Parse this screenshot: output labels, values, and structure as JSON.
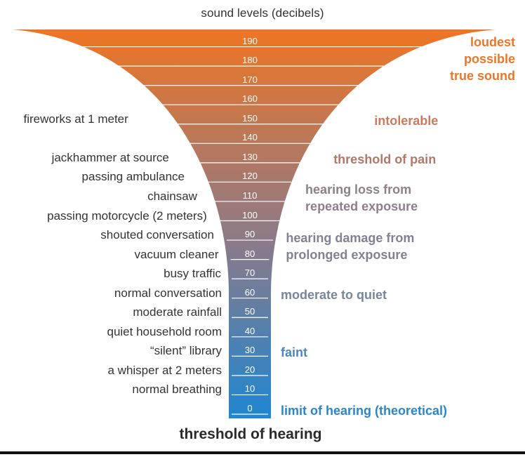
{
  "title": "sound levels (decibels)",
  "bottom_title": "threshold of hearing",
  "levels": [
    190,
    180,
    170,
    160,
    150,
    140,
    130,
    120,
    110,
    100,
    90,
    80,
    70,
    60,
    50,
    40,
    30,
    20,
    10,
    0
  ],
  "sources": [
    {
      "label": "fireworks at 1 meter",
      "db": 150
    },
    {
      "label": "jackhammer at source",
      "db": 130
    },
    {
      "label": "passing ambulance",
      "db": 120
    },
    {
      "label": "chainsaw",
      "db": 110
    },
    {
      "label": "passing motorcycle (2 meters)",
      "db": 100
    },
    {
      "label": "shouted conversation",
      "db": 90
    },
    {
      "label": "vacuum cleaner",
      "db": 80
    },
    {
      "label": "busy traffic",
      "db": 70
    },
    {
      "label": "normal conversation",
      "db": 60
    },
    {
      "label": "moderate rainfall",
      "db": 50
    },
    {
      "label": "quiet household room",
      "db": 40
    },
    {
      "label": "“silent” library",
      "db": 30
    },
    {
      "label": "a whisper at 2 meters",
      "db": 20
    },
    {
      "label": "normal breathing",
      "db": 10
    }
  ],
  "effects": [
    {
      "lines": [
        "loudest",
        "possible",
        "true sound"
      ],
      "db": 180,
      "color": "#e8772e",
      "align": "right"
    },
    {
      "lines": [
        "intolerable"
      ],
      "db": 150,
      "color": "#cc7a5f",
      "align": "left"
    },
    {
      "lines": [
        "threshold of pain"
      ],
      "db": 130,
      "color": "#b0786a",
      "align": "left"
    },
    {
      "lines": [
        "hearing loss from",
        "repeated exposure"
      ],
      "db": 110,
      "color": "#8f7e8c",
      "align": "left"
    },
    {
      "lines": [
        "hearing damage from",
        "prolonged exposure"
      ],
      "db": 85,
      "color": "#7f8296",
      "align": "left"
    },
    {
      "lines": [
        "moderate to quiet"
      ],
      "db": 60,
      "color": "#76879c",
      "align": "left"
    },
    {
      "lines": [
        "faint"
      ],
      "db": 30,
      "color": "#4f86b8",
      "align": "left"
    },
    {
      "lines": [
        "limit of hearing (theoretical)"
      ],
      "db": 0,
      "color": "#2a86cc",
      "align": "left"
    }
  ],
  "colors": {
    "top": "#ee7524",
    "middle": "#8a7a8a",
    "bottom": "#1f86d0",
    "rule": "#ffffff",
    "text": "#333333"
  }
}
